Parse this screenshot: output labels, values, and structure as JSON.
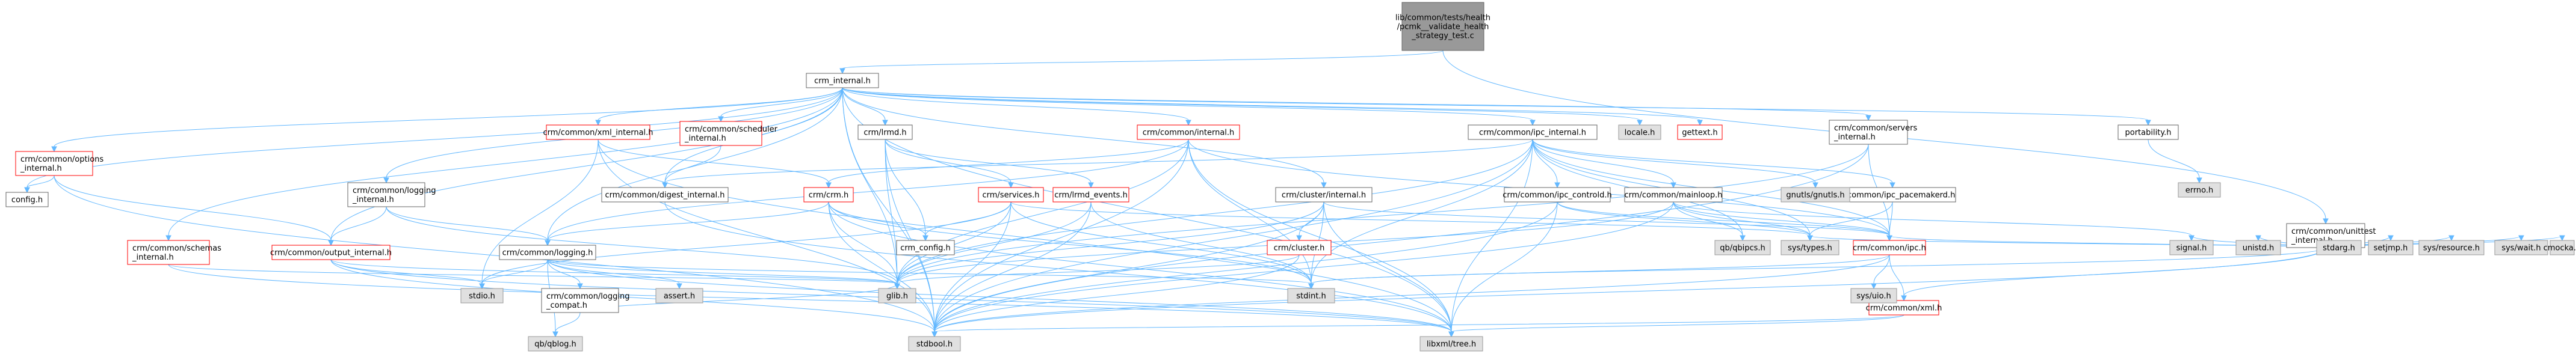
{
  "colors": {
    "root_fill": "#999999",
    "normal_fill": "#ffffff",
    "normal_border": "#666666",
    "incomplete_border": "#ff0000",
    "system_fill": "#e0e0e0",
    "system_border": "#999999",
    "edge": "#63b8ff"
  },
  "nodes": {
    "root": [
      "lib/common/tests/health",
      "/pcmk__validate_health",
      "_strategy_test.c"
    ],
    "crm_internal": [
      "crm_internal.h"
    ],
    "options_internal": [
      "crm/common/options",
      "_internal.h"
    ],
    "config": [
      "config.h"
    ],
    "schemas_internal": [
      "crm/common/schemas",
      "_internal.h"
    ],
    "output_internal": [
      "crm/common/output_internal.h"
    ],
    "xml_internal": [
      "crm/common/xml_internal.h"
    ],
    "scheduler_internal": [
      "crm/common/scheduler",
      "_internal.h"
    ],
    "logging_internal": [
      "crm/common/logging",
      "_internal.h"
    ],
    "logging": [
      "crm/common/logging.h"
    ],
    "logging_compat": [
      "crm/common/logging",
      "_compat.h"
    ],
    "lrmd": [
      "crm/lrmd.h"
    ],
    "crm": [
      "crm/crm.h"
    ],
    "services": [
      "crm/services.h"
    ],
    "lrmd_events": [
      "crm/lrmd_events.h"
    ],
    "digest_internal": [
      "crm/common/digest_internal.h"
    ],
    "common_internal": [
      "crm/common/internal.h"
    ],
    "cluster_internal": [
      "crm/cluster/internal.h"
    ],
    "cluster": [
      "crm/cluster.h"
    ],
    "crm_config": [
      "crm_config.h"
    ],
    "ipc_internal": [
      "crm/common/ipc_internal.h"
    ],
    "ipc_controld": [
      "crm/common/ipc_controld.h"
    ],
    "mainloop": [
      "crm/common/mainloop.h"
    ],
    "ipc_pacemakerd": [
      "crm/common/ipc_pacemakerd.h"
    ],
    "ipc": [
      "crm/common/ipc.h"
    ],
    "xml": [
      "crm/common/xml.h"
    ],
    "servers_internal": [
      "crm/common/servers",
      "_internal.h"
    ],
    "unittest_internal": [
      "crm/common/unittest",
      "_internal.h"
    ],
    "portability": [
      "portability.h"
    ],
    "locale": [
      "locale.h"
    ],
    "gettext": [
      "gettext.h"
    ],
    "gnutls": [
      "gnutls/gnutls.h"
    ],
    "qblog": [
      "qb/qblog.h"
    ],
    "qbipcs": [
      "qb/qbipcs.h"
    ],
    "stdio": [
      "stdio.h"
    ],
    "assert": [
      "assert.h"
    ],
    "glib": [
      "glib.h"
    ],
    "stdint": [
      "stdint.h"
    ],
    "stdbool": [
      "stdbool.h"
    ],
    "libxml": [
      "libxml/tree.h"
    ],
    "systypes": [
      "sys/types.h"
    ],
    "sysuio": [
      "sys/uio.h"
    ],
    "signal": [
      "signal.h"
    ],
    "unistd": [
      "unistd.h"
    ],
    "errno": [
      "errno.h"
    ],
    "stdarg": [
      "stdarg.h"
    ],
    "setjmp": [
      "setjmp.h"
    ],
    "sysresource": [
      "sys/resource.h"
    ],
    "syswait": [
      "sys/wait.h"
    ],
    "cmocka": [
      "cmocka.h"
    ]
  }
}
